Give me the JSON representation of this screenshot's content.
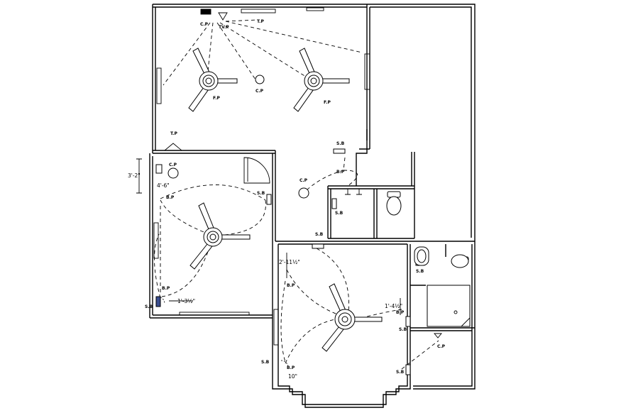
{
  "labels": {
    "cp": "C.P",
    "fp": "F.P",
    "tp": "T.P",
    "sb": "S.B",
    "bp": "B.P",
    "tvp": "TV.P"
  },
  "dimensions": {
    "bedroom_left_height": "3'-2\"",
    "bedroom_left_switch": "4'-6\"",
    "bedroom_left_bottom": "1'-3½\"",
    "bedroom_right_top": "2'-11½\"",
    "bedroom_right_side": "1'-4½\"",
    "bedroom_right_bottom": "10\""
  }
}
